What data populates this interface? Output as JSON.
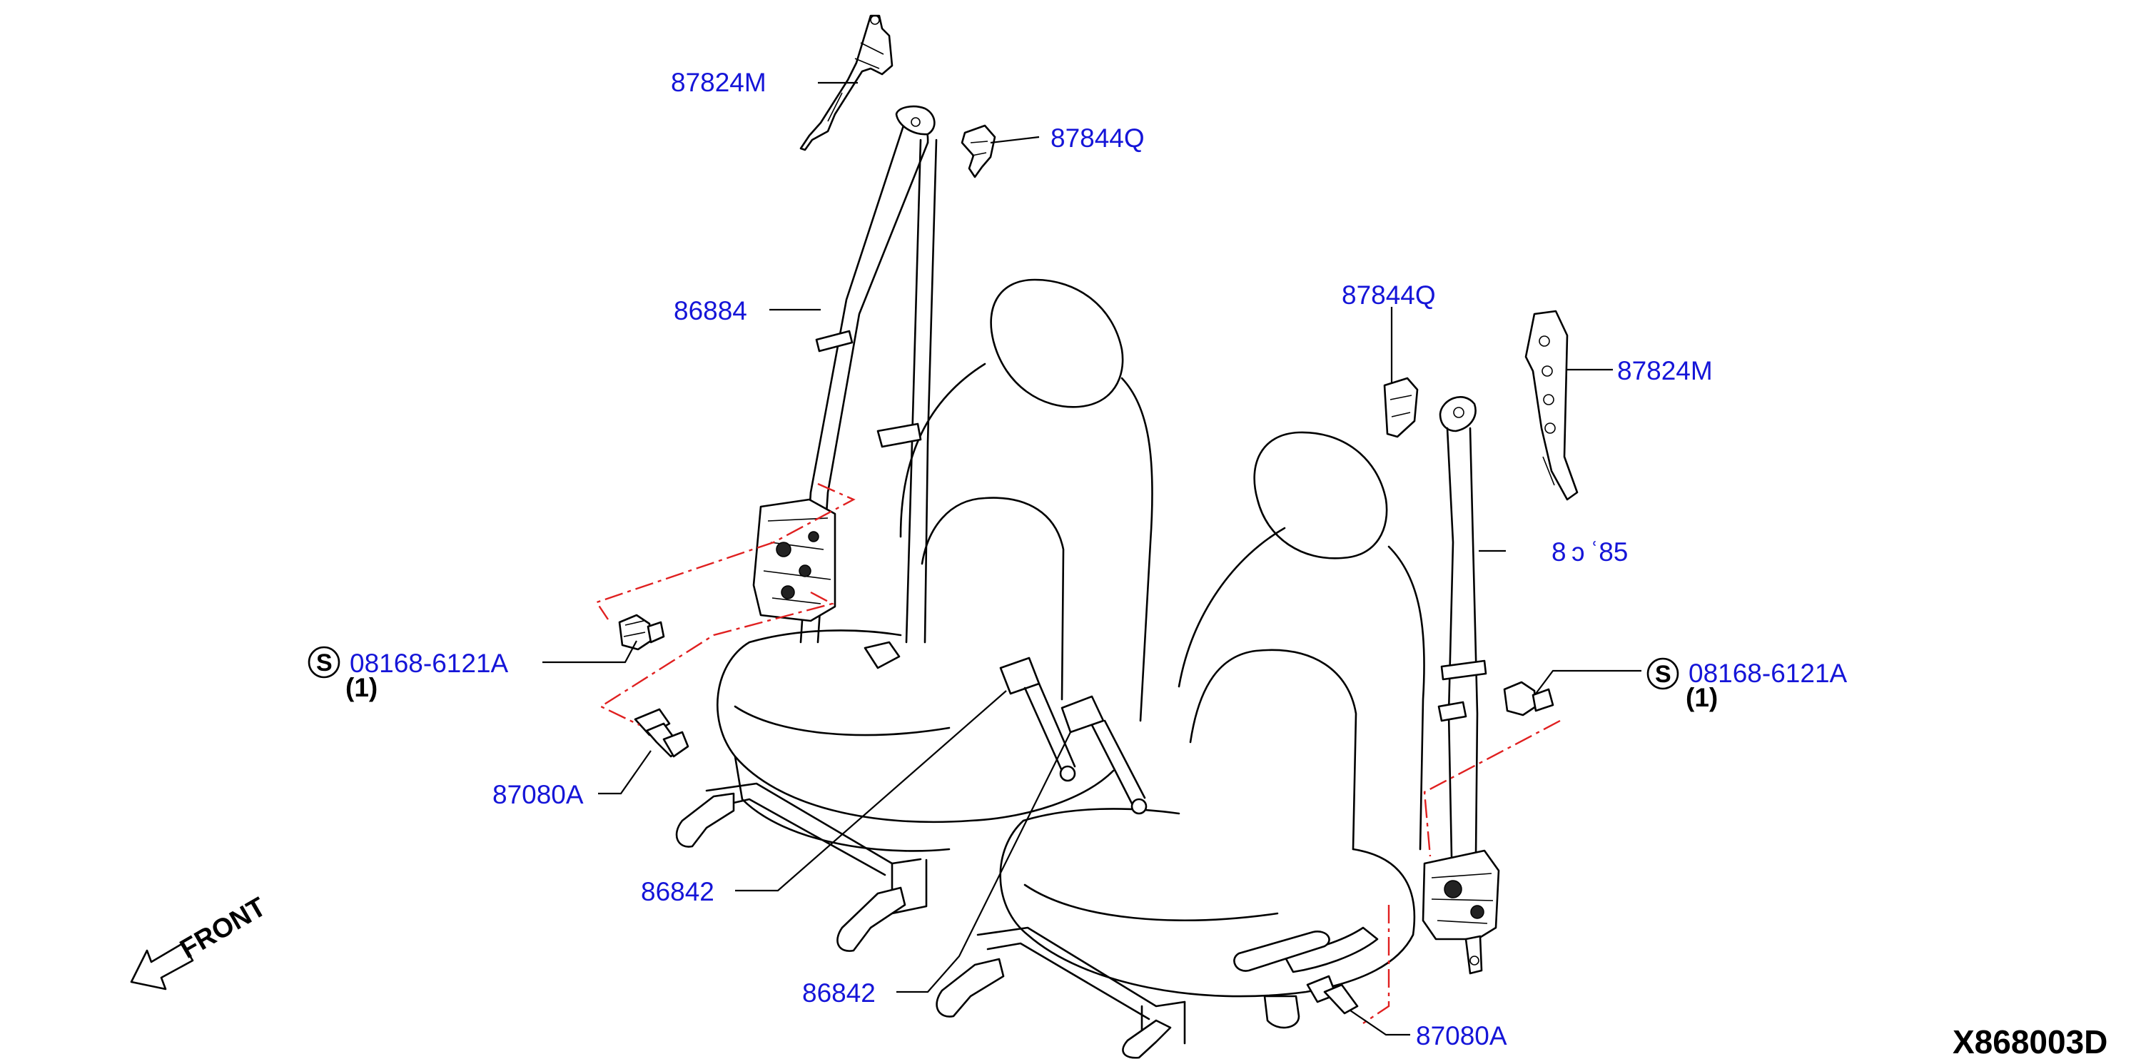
{
  "diagram": {
    "figure_code": "X868003D",
    "front_label": "FRONT",
    "callouts": {
      "p87824M_left": "87824M",
      "p87844Q_left": "87844Q",
      "p86884": "86884",
      "p08168_left": "08168-6121A",
      "p08168_left_qty": "(1)",
      "p87080A_left": "87080A",
      "p86842_a": "86842",
      "p86842_b": "86842",
      "p87844Q_right": "87844Q",
      "p87824M_right": "87824M",
      "p86885_partial": "8 ɔ ʿ85",
      "p08168_right": "08168-6121A",
      "p08168_right_qty": "(1)",
      "p87080A_right": "87080A"
    },
    "standard_part_symbol": "S"
  }
}
